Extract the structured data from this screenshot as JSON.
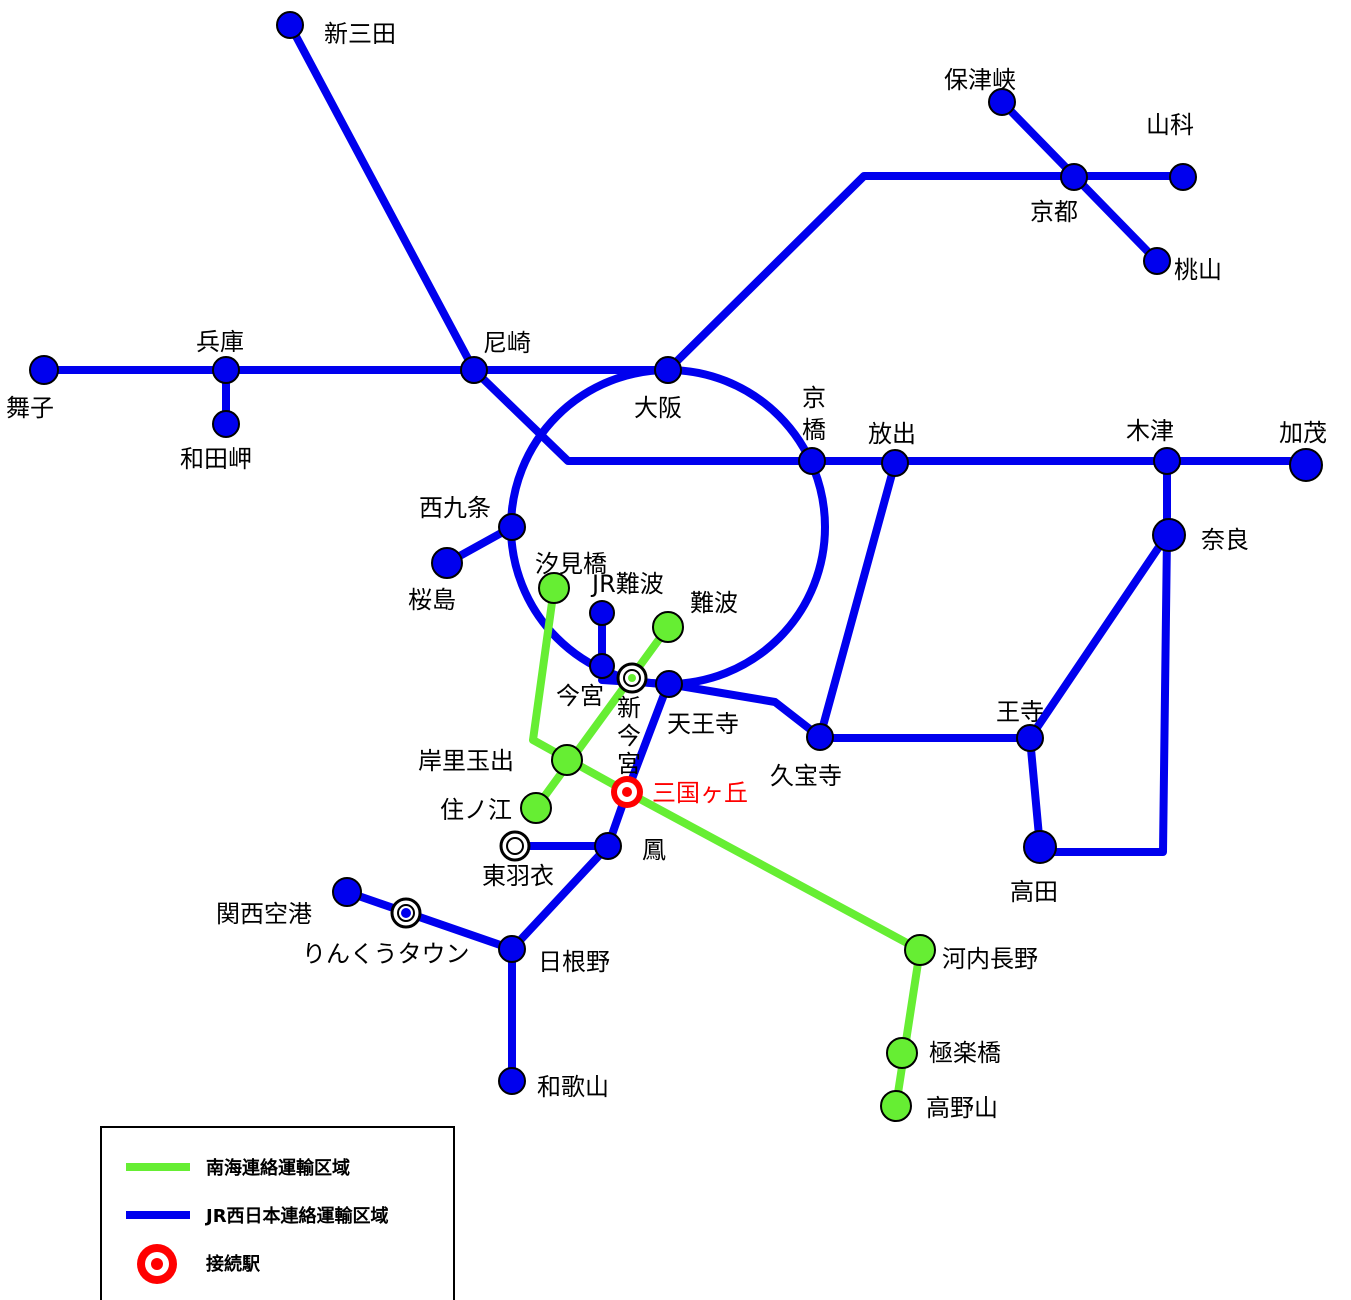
{
  "colors": {
    "jr_line": "#0000ee",
    "nankai_line": "#66ee33",
    "jr_station": "#0000ee",
    "nankai_station": "#66ee33",
    "connection_station": "#ff0000",
    "label": "#000000",
    "connection_label": "#ff0000"
  },
  "stations": {
    "shinsanda": "新三田",
    "hozukyo": "保津峡",
    "yamashina": "山科",
    "kyoto": "京都",
    "momoyama": "桃山",
    "hyogo": "兵庫",
    "amagasaki": "尼崎",
    "maiko": "舞子",
    "wadamisaki": "和田岬",
    "osaka": "大阪",
    "kyobashi": "京\n橋",
    "hanaten": "放出",
    "kizu": "木津",
    "kamo": "加茂",
    "nishikujo": "西九条",
    "sakurajima": "桜島",
    "nara": "奈良",
    "shiomibashi": "汐見橋",
    "jr_namba": "JR難波",
    "namba": "難波",
    "imamiya": "今宮",
    "shin_imamiya": "新\n今\n宮",
    "tennoji": "天王寺",
    "oji": "王寺",
    "kudaraji": "久宝寺",
    "kishinosato_tamade": "岸里玉出",
    "mikunigaoka": "三国ヶ丘",
    "suminoe": "住ノ江",
    "higashi_hagoromo": "東羽衣",
    "otori": "鳳",
    "takada": "高田",
    "kansai_airport": "関西空港",
    "rinku_town": "りんくうタウン",
    "hineno": "日根野",
    "kawachinagano": "河内長野",
    "gokurakubashi": "極楽橋",
    "koyasan": "高野山",
    "wakayama": "和歌山"
  },
  "legend": {
    "nankai": "南海連絡運輸区域",
    "jr_west": "JR西日本連絡運輸区域",
    "connection": "接続駅"
  }
}
